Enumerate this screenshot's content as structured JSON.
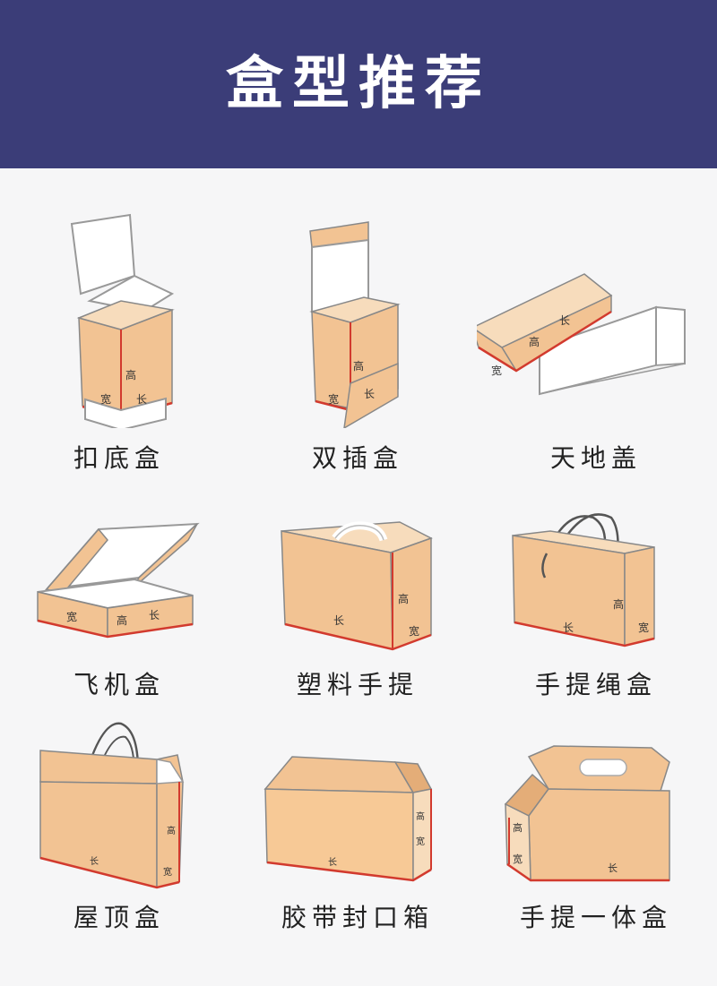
{
  "header": {
    "title": "盒型推荐"
  },
  "colors": {
    "header_bg": "#3b3d78",
    "kraft": "#f2c393",
    "kraft_dark": "#e4ad78",
    "edge": "#d23a2e",
    "outline": "#8b8b8b"
  },
  "dims": {
    "height": "高",
    "width": "宽",
    "length": "长"
  },
  "boxes": [
    {
      "name": "扣底盒"
    },
    {
      "name": "双插盒"
    },
    {
      "name": "天地盖"
    },
    {
      "name": "飞机盒"
    },
    {
      "name": "塑料手提"
    },
    {
      "name": "手提绳盒"
    },
    {
      "name": "屋顶盒"
    },
    {
      "name": "胶带封口箱"
    },
    {
      "name": "手提一体盒"
    }
  ]
}
